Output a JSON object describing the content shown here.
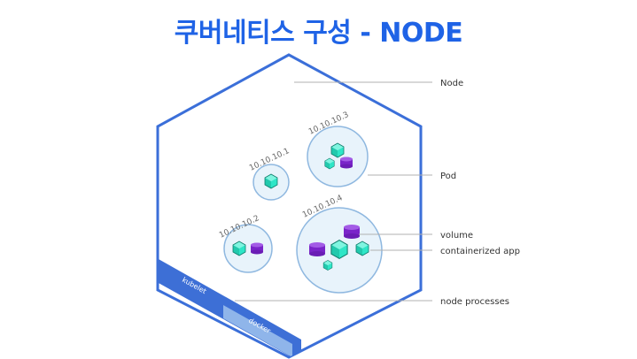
{
  "title": "쿠버네티스 구성 - NODE",
  "labels": {
    "node": "Node",
    "pod": "Pod",
    "volume": "volume",
    "containerized_app": "containerized app",
    "node_processes": "node processes"
  },
  "pods": [
    {
      "ip": "10.10.10.1"
    },
    {
      "ip": "10.10.10.2"
    },
    {
      "ip": "10.10.10.3"
    },
    {
      "ip": "10.10.10.4"
    }
  ],
  "processes": {
    "kubelet": "kubelet",
    "docker": "docker"
  },
  "colors": {
    "title": "#1f63e6",
    "hex_border": "#3b6fd9",
    "pod_fill": "#e8f3fb",
    "pod_border": "#8fb8e0",
    "container": "#2ee6c7",
    "volume": "#7a24c9",
    "kubelet_bar": "#3d6fd6",
    "docker_bar": "#8fb5ea"
  }
}
